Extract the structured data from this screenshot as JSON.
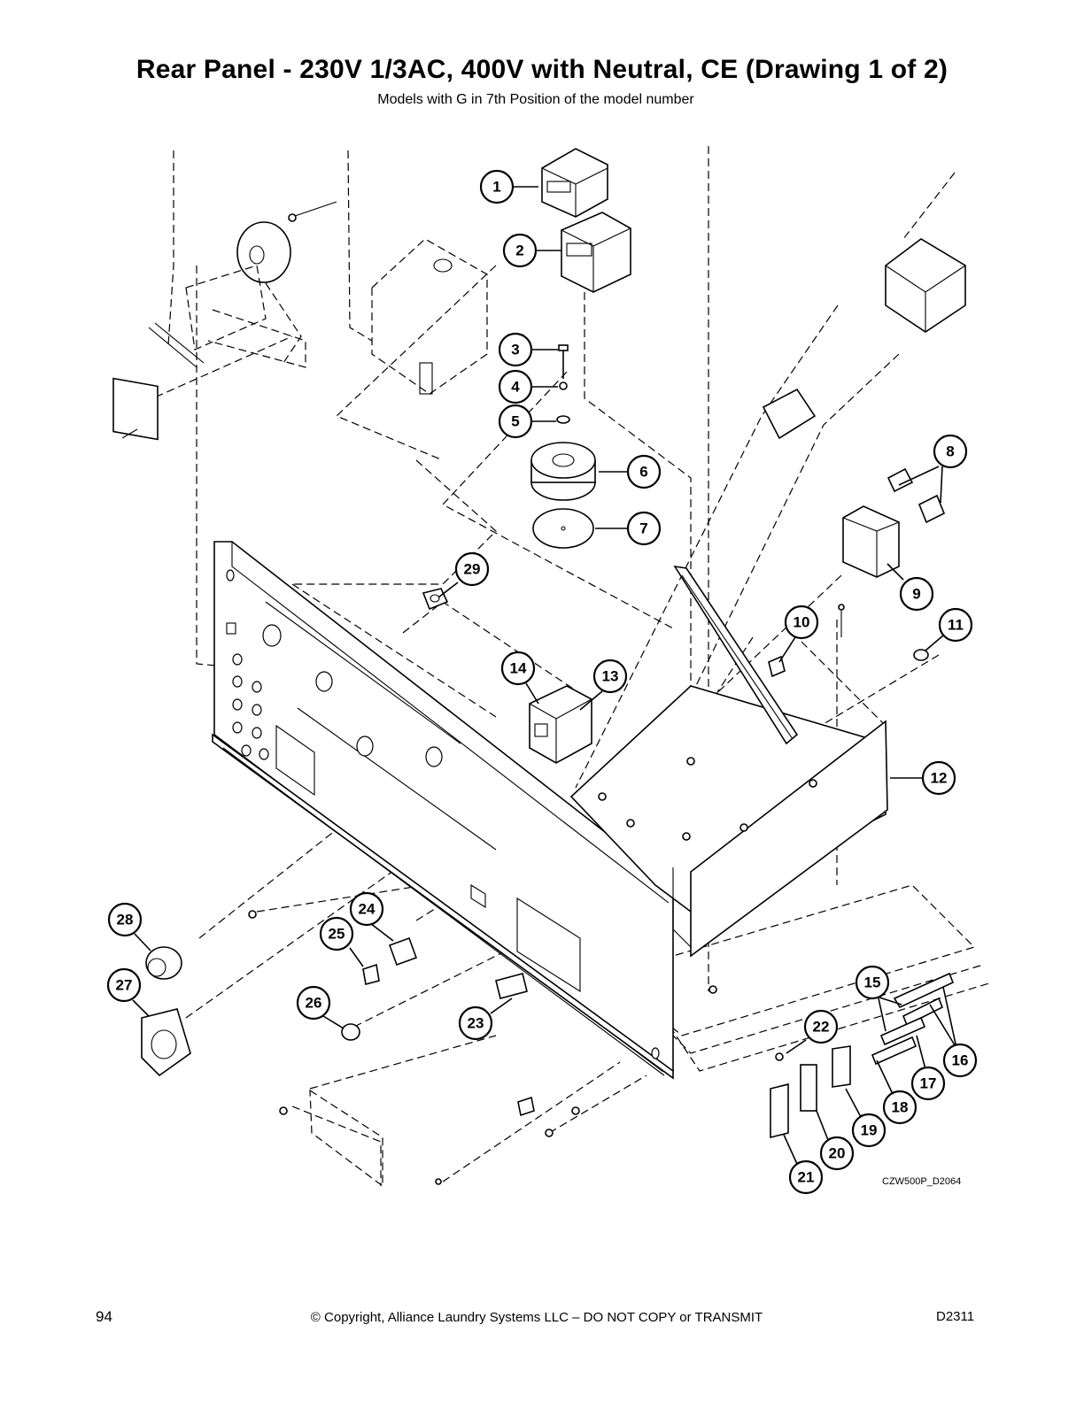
{
  "title": "Rear Panel - 230V 1/3AC, 400V with Neutral, CE (Drawing 1 of 2)",
  "subtitle": "Models with G in 7th Position of the model number",
  "drawing_code": "CZW500P_D2064",
  "callouts": [
    "1",
    "2",
    "3",
    "4",
    "5",
    "6",
    "7",
    "8",
    "9",
    "10",
    "11",
    "12",
    "13",
    "14",
    "15",
    "16",
    "17",
    "18",
    "19",
    "20",
    "21",
    "22",
    "23",
    "24",
    "25",
    "26",
    "27",
    "28",
    "29"
  ],
  "footer": {
    "page_number": "94",
    "copyright": "© Copyright, Alliance Laundry Systems LLC – DO NOT COPY or TRANSMIT",
    "doc_code": "D2311"
  }
}
